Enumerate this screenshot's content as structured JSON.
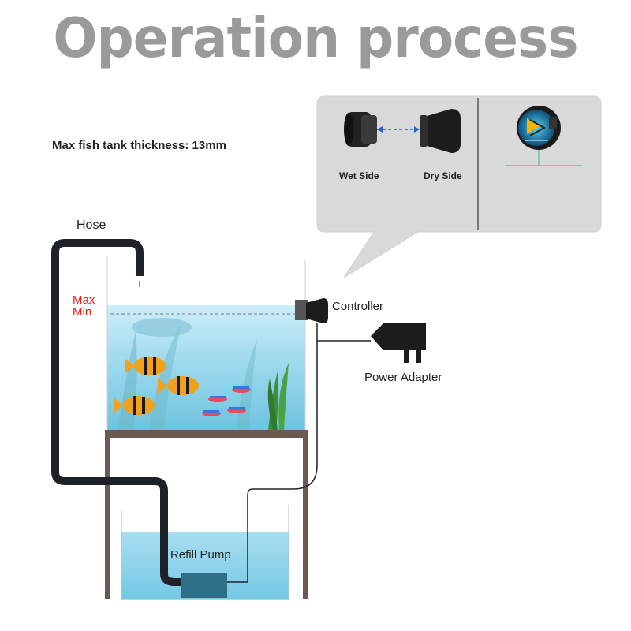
{
  "title": "Operation process",
  "note": "Max fish tank thickness: 13mm",
  "labels": {
    "hose": "Hose",
    "max": "Max",
    "min": "Min",
    "controller": "Controller",
    "power_adapter": "Power Adapter",
    "refill_pump": "Refill Pump"
  },
  "callout": {
    "wet_side": "Wet Side",
    "dry_side": "Dry Side"
  },
  "colors": {
    "title": "#9a9a9a",
    "water": "#8fd3ea",
    "hose": "#1e2226",
    "max_min": "#d9261c",
    "callout_bg": "#d9d9d9"
  }
}
